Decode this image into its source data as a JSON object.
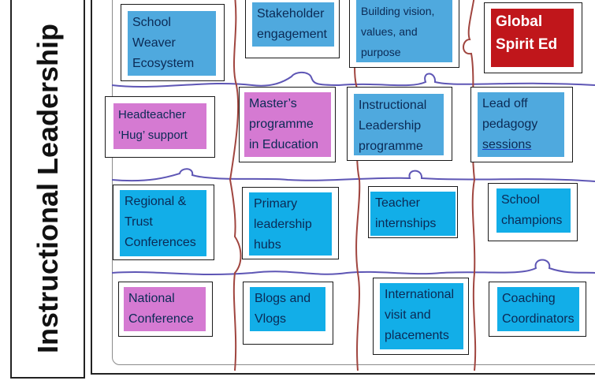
{
  "side_title": "Instructional Leadership",
  "colors": {
    "blue": "#4fa9de",
    "cyan": "#12aee8",
    "pink": "#d57ad2",
    "red": "#c0161b",
    "puzzle_red": "#a0453f",
    "puzzle_purple": "#5e56b5"
  },
  "pieces": {
    "school_weaver": "School Weaver Ecosystem",
    "stakeholder": "Stakeholder engagement",
    "building_vision": "Building vision, values, and purpose",
    "global_spirit": "Global Spirit Ed",
    "headteacher_hug": "Headteacher ‘Hug’ support",
    "masters": "Master’s programme in Education",
    "instructional_prog": "Instructional Leadership programme",
    "lead_off_main": "Lead off pedagogy",
    "lead_off_link": "sessions",
    "regional": "Regional & Trust Conferences",
    "primary_hubs": "Primary leadership hubs",
    "teacher_intern": "Teacher internships",
    "school_champions": "School champions",
    "national_conf": "National Conference",
    "blogs": "Blogs and Vlogs",
    "international": "International visit and placements",
    "coaching": "Coaching Coordinators"
  }
}
